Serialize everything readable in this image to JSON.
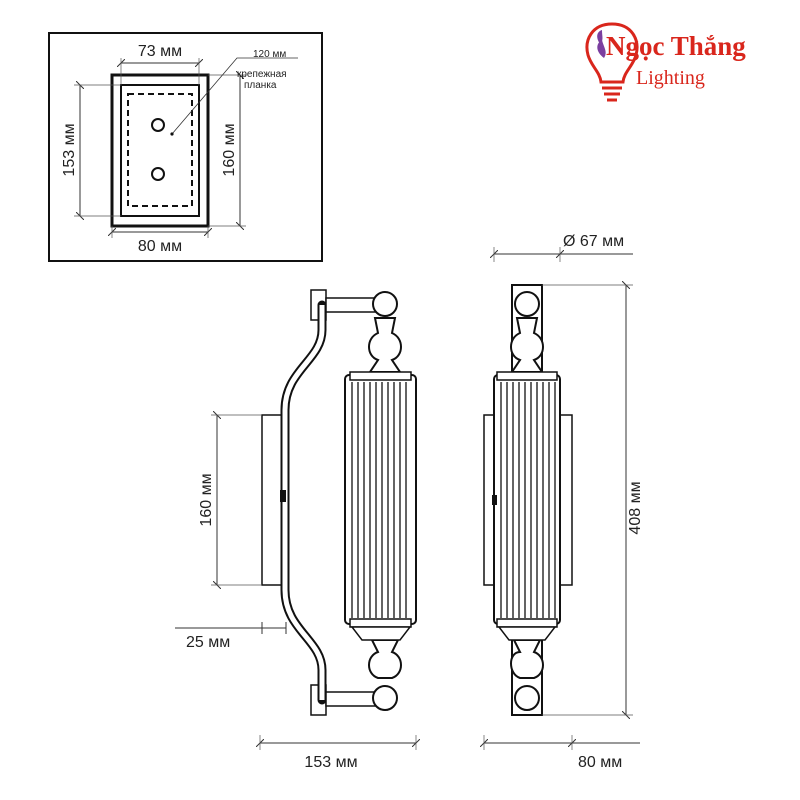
{
  "logo": {
    "line1": "Ngọc Thắng",
    "line2": "Lighting",
    "color": "#d9261c",
    "accent": "#7b3fa0"
  },
  "inset": {
    "w_top": "73 мм",
    "w_bottom": "80 мм",
    "h_left": "153 мм",
    "h_right": "160 мм",
    "note_size": "120 мм",
    "note_line1": "крепежная",
    "note_line2": "планка"
  },
  "side_view": {
    "height_plate": "160 мм",
    "offset": "25 мм",
    "depth": "153 мм"
  },
  "front_view": {
    "diameter": "Ø 67 мм",
    "height": "408 мм",
    "width": "80 мм"
  }
}
